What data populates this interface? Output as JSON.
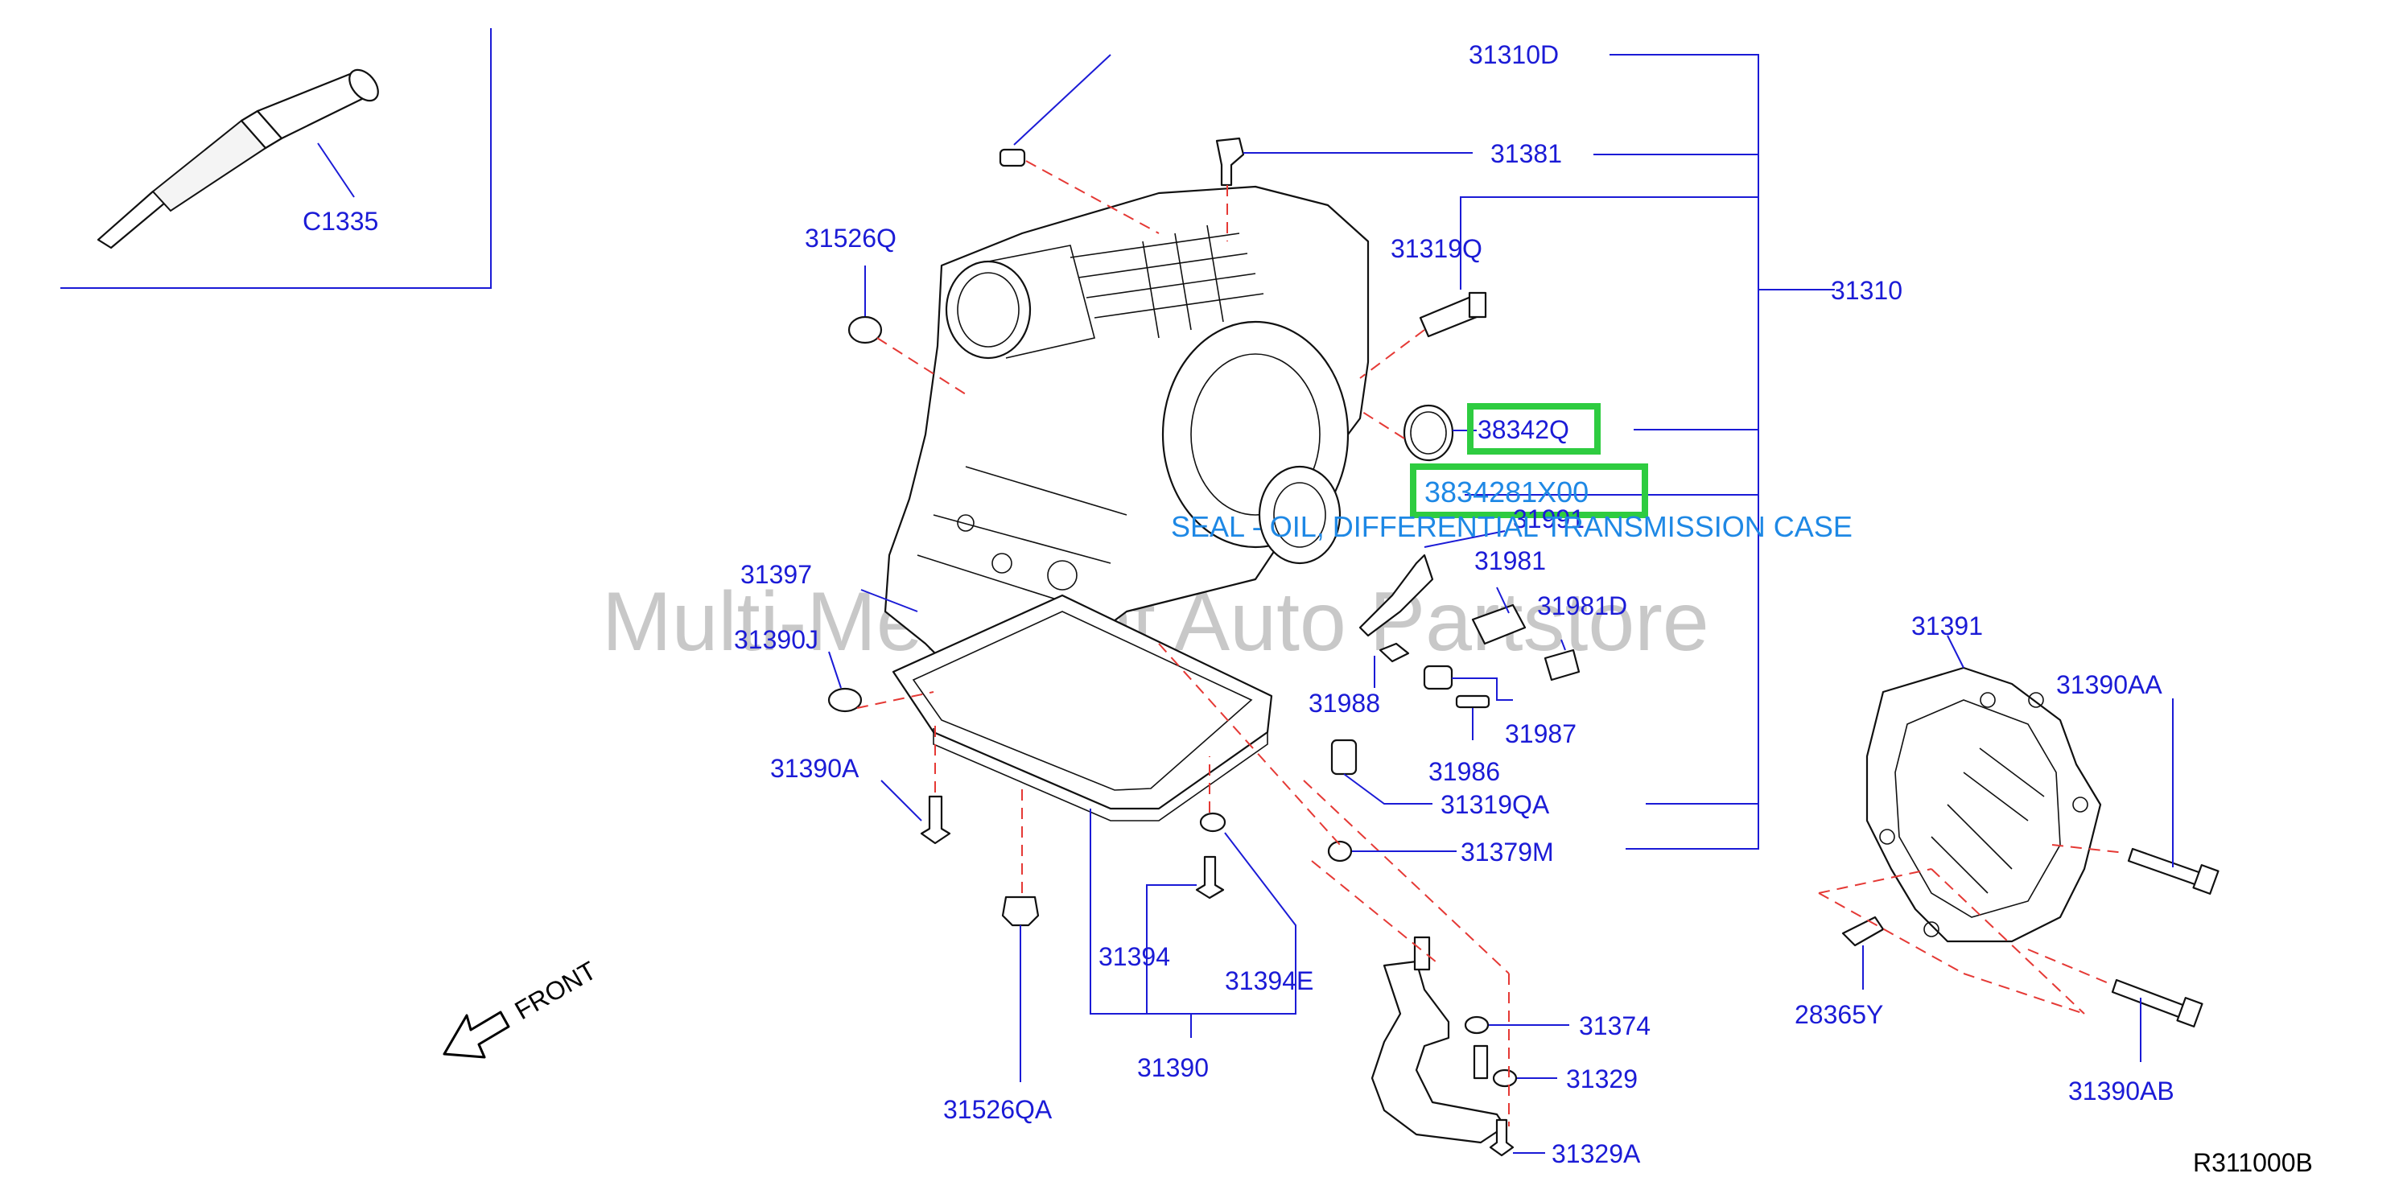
{
  "watermark": "Multi-Merchant Auto Partstore",
  "reference_code": "R311000B",
  "front_label": "FRONT",
  "highlighted_part": {
    "number": "3834281X00",
    "description": "SEAL - OIL, DIFFERENTIAL TRANSMISSION CASE"
  },
  "callouts": {
    "c1335": "C1335",
    "p31310D": "31310D",
    "p31381": "31381",
    "p31319Q": "31319Q",
    "p31310": "31310",
    "p31526Q": "31526Q",
    "p38342Q": "38342Q",
    "p31991": "31991",
    "p31981": "31981",
    "p31981D": "31981D",
    "p31397": "31397",
    "p31390J": "31390J",
    "p31988": "31988",
    "p31987": "31987",
    "p31986": "31986",
    "p31390A": "31390A",
    "p31319QA": "31319QA",
    "p31379M": "31379M",
    "p31391": "31391",
    "p31390AA": "31390AA",
    "p31394": "31394",
    "p31394E": "31394E",
    "p31390": "31390",
    "p31526QA": "31526QA",
    "p31374": "31374",
    "p31329": "31329",
    "p31329A": "31329A",
    "p28365Y": "28365Y",
    "p31390AB": "31390AB"
  },
  "colors": {
    "callout_text": "#1b1bd6",
    "description_text": "#1e88e5",
    "highlight_box": "#2ecc40",
    "assembly_dash": "#e53935",
    "watermark": "#9a9a9a"
  }
}
